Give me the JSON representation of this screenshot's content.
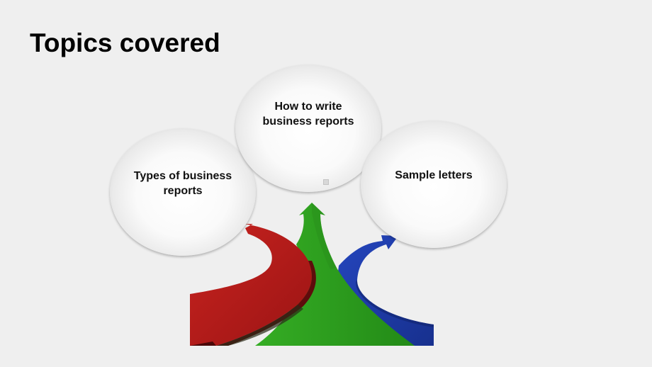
{
  "slide": {
    "title": "Topics covered"
  },
  "bubbles": [
    {
      "label": "Types of business\nreports"
    },
    {
      "label": "How to write\nbusiness reports"
    },
    {
      "label": "Sample letters"
    }
  ],
  "colors": {
    "background": "#efefef",
    "red_arrow": "#b11b1b",
    "green_arrow": "#2e9e1f",
    "blue_arrow": "#1d3aa6"
  }
}
